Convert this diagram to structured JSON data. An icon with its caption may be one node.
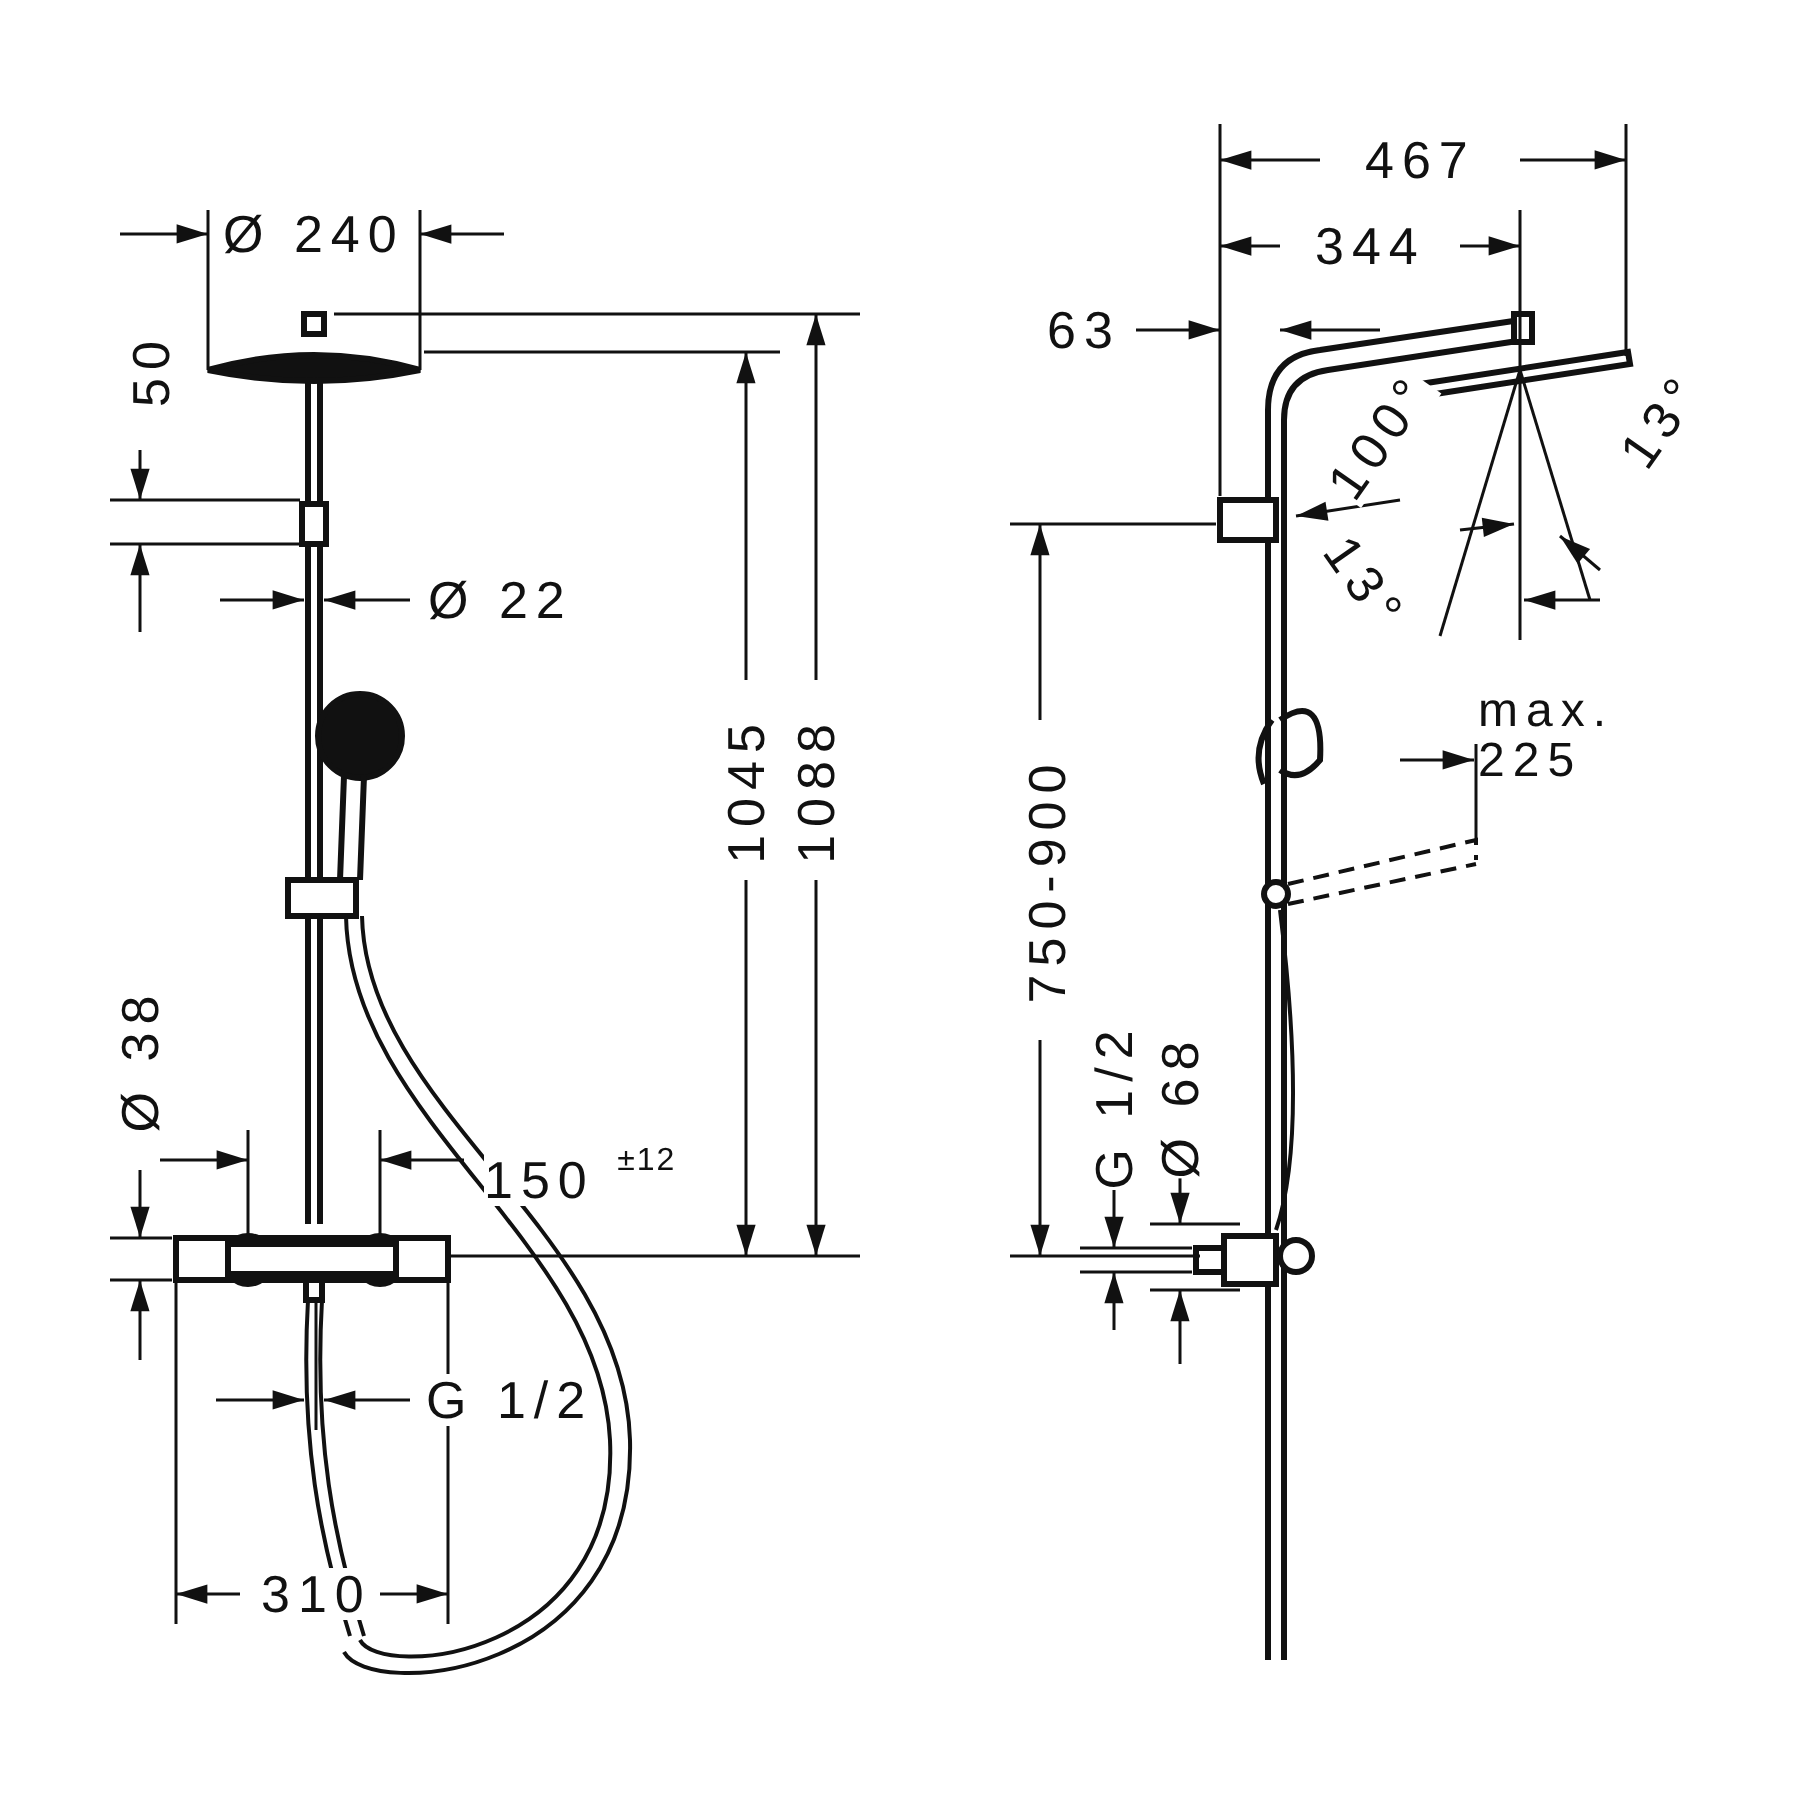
{
  "diagram": {
    "labels": [
      "Ø 240",
      "50",
      "Ø 22",
      "1045",
      "1088",
      "Ø 38",
      "150 $^{±12}$",
      "G 1/2",
      "310",
      "467",
      "344",
      "63",
      "100°",
      "13°",
      "13°",
      "max. 225",
      "750-900",
      "G 1/2",
      "Ø 68"
    ]
  }
}
